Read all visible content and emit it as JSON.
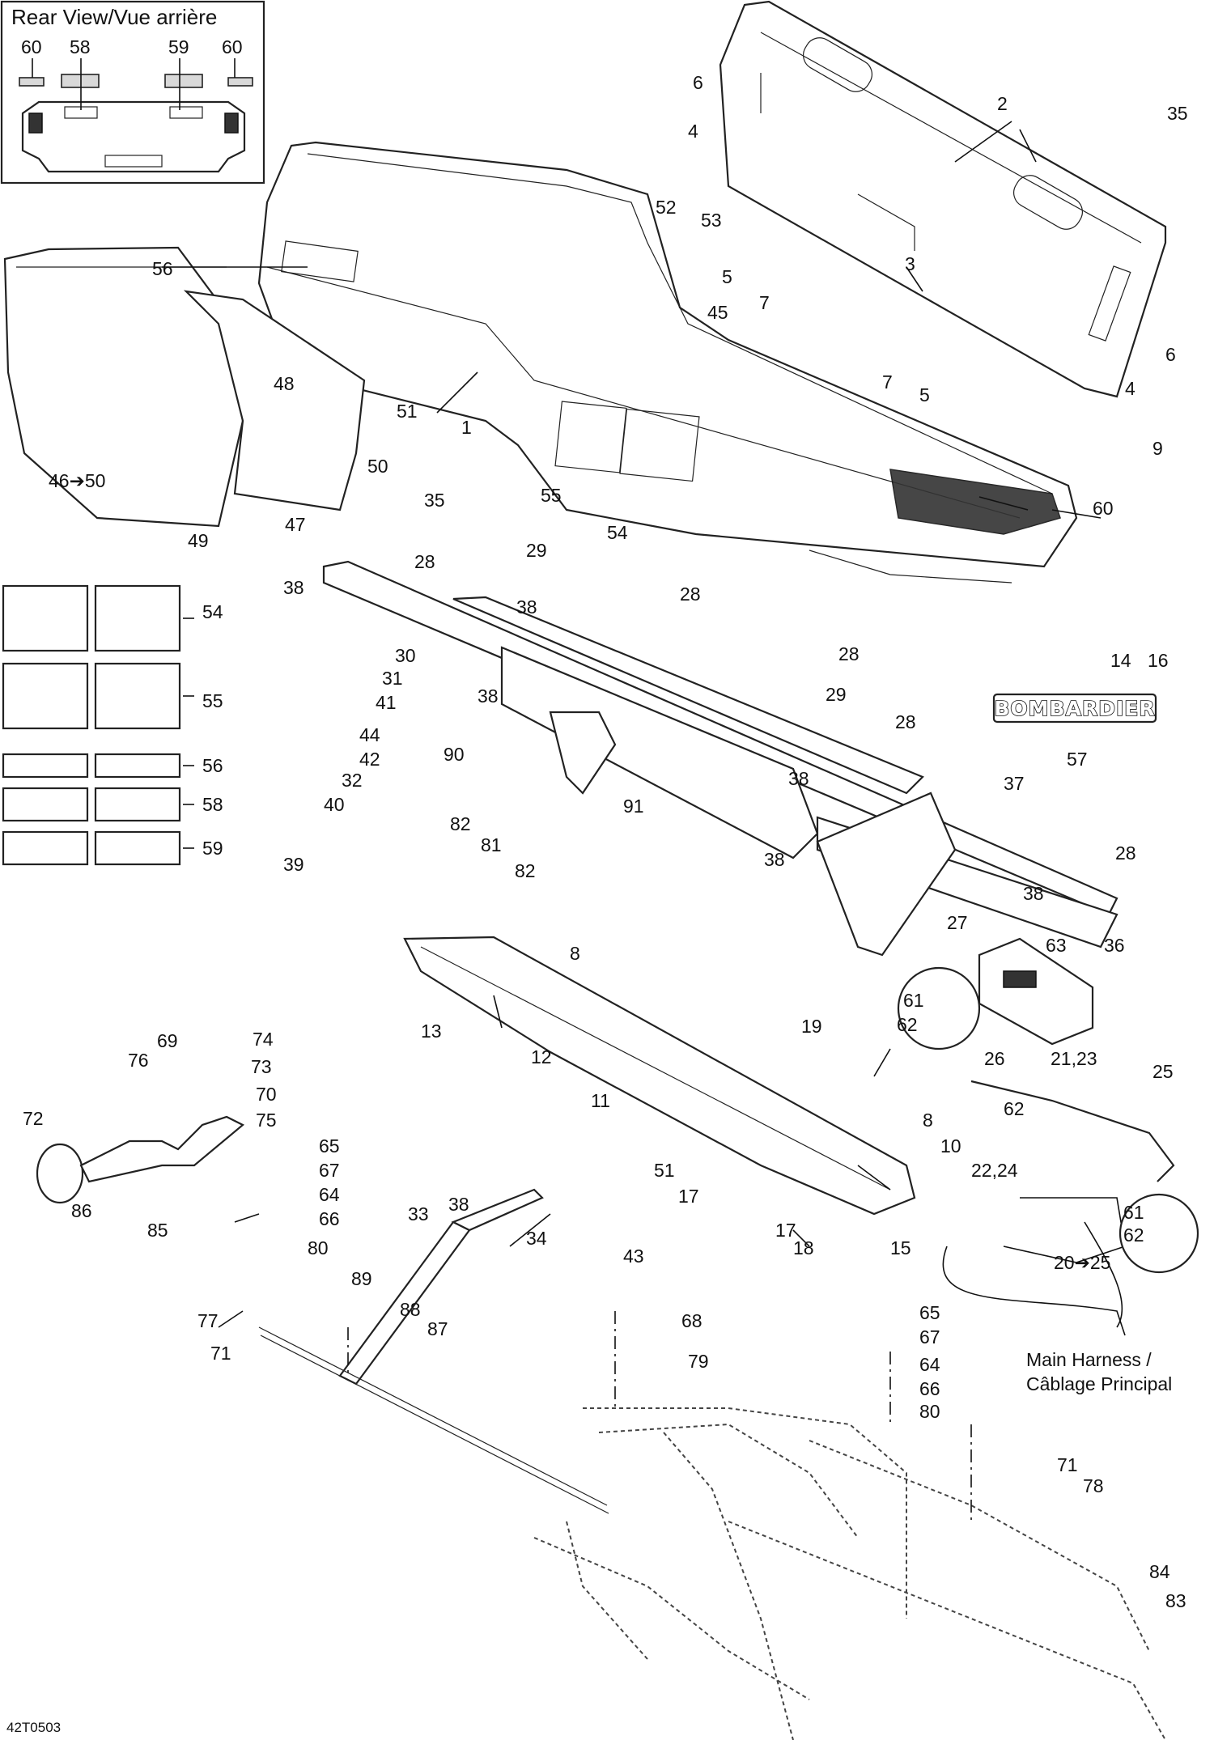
{
  "inset": {
    "title": "Rear View/Vue arrière",
    "callouts": [
      "60",
      "58",
      "59",
      "60"
    ]
  },
  "callouts": {
    "c1": "1",
    "c2": "2",
    "c3": "3",
    "c4a": "4",
    "c4b": "4",
    "c5a": "5",
    "c5b": "5",
    "c6a": "6",
    "c6b": "6",
    "c7a": "7",
    "c7b": "7",
    "c8a": "8",
    "c8b": "8",
    "c9": "9",
    "c10": "10",
    "c11": "11",
    "c12": "12",
    "c13": "13",
    "c14": "14",
    "c15": "15",
    "c16": "16",
    "c17a": "17",
    "c17b": "17",
    "c18": "18",
    "c19": "19",
    "c2024": "20➔25",
    "c2123": "21,23",
    "c2224": "22,24",
    "c25": "25",
    "c26": "26",
    "c27": "27",
    "c28a": "28",
    "c28b": "28",
    "c28c": "28",
    "c28d": "28",
    "c28e": "28",
    "c29a": "29",
    "c29b": "29",
    "c30": "30",
    "c31": "31",
    "c32": "32",
    "c33": "33",
    "c34": "34",
    "c35a": "35",
    "c35b": "35",
    "c36": "36",
    "c37": "37",
    "c38a": "38",
    "c38b": "38",
    "c38c": "38",
    "c38d": "38",
    "c38e": "38",
    "c38f": "38",
    "c38g": "38",
    "c39": "39",
    "c40": "40",
    "c41": "41",
    "c42": "42",
    "c43": "43",
    "c44": "44",
    "c45": "45",
    "c4650": "46➔50",
    "c47": "47",
    "c48": "48",
    "c49": "49",
    "c50": "50",
    "c51a": "51",
    "c51b": "51",
    "c52": "52",
    "c53": "53",
    "c54a": "54",
    "c54b": "54",
    "c55a": "55",
    "c55b": "55",
    "c56a": "56",
    "c56b": "56",
    "c57": "57",
    "c58": "58",
    "c59": "59",
    "c60": "60",
    "c61a": "61",
    "c61b": "61",
    "c62a": "62",
    "c62b": "62",
    "c62c": "62",
    "c63": "63",
    "c64a": "64",
    "c64b": "64",
    "c65a": "65",
    "c65b": "65",
    "c66a": "66",
    "c66b": "66",
    "c67a": "67",
    "c67b": "67",
    "c68": "68",
    "c69": "69",
    "c70": "70",
    "c71a": "71",
    "c71b": "71",
    "c72": "72",
    "c73": "73",
    "c74": "74",
    "c75": "75",
    "c76": "76",
    "c77": "77",
    "c78": "78",
    "c79": "79",
    "c80a": "80",
    "c80b": "80",
    "c81": "81",
    "c82a": "82",
    "c82b": "82",
    "c83": "83",
    "c84": "84",
    "c85": "85",
    "c86": "86",
    "c87": "87",
    "c88": "88",
    "c89": "89",
    "c90": "90",
    "c91": "91"
  },
  "brand_decal": "BOMBARDIER",
  "harness_note": {
    "line1": "Main Harness /",
    "line2": "Câblage Principal"
  },
  "drawing_code": "42T0503"
}
